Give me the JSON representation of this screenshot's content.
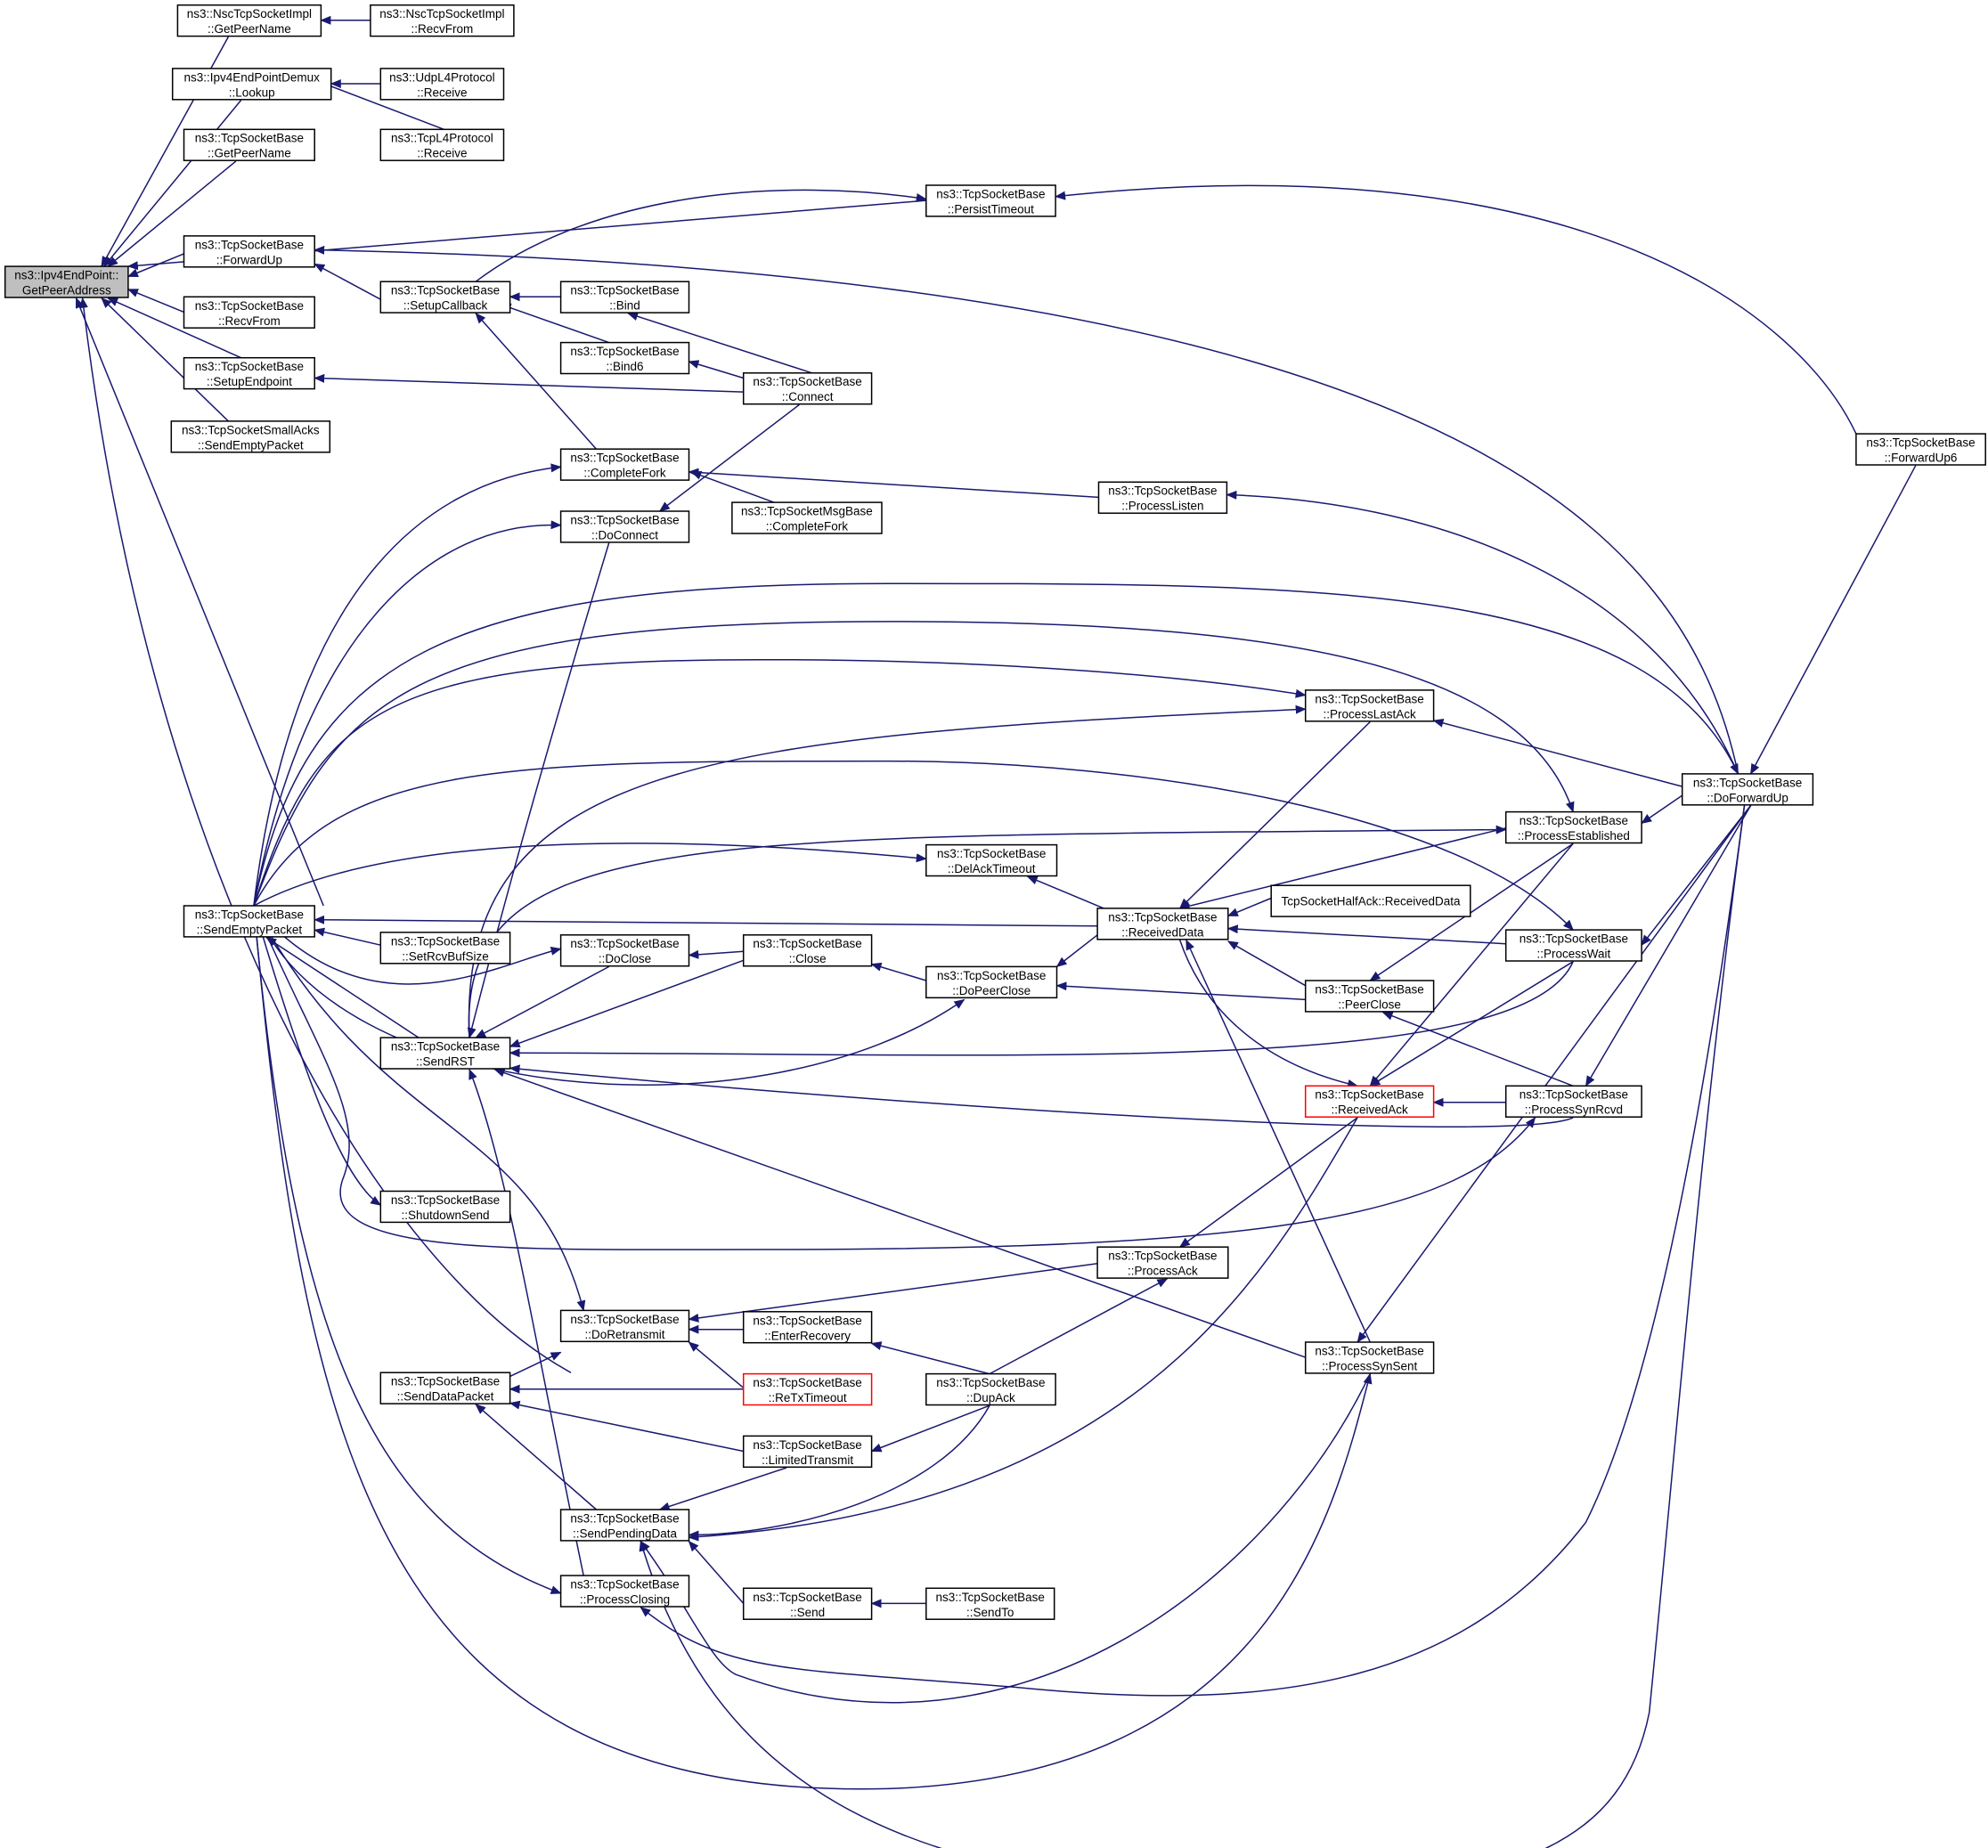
{
  "colors": {
    "edge": "#191970",
    "node_border": "#000000",
    "focus_fill": "#bfbfbf",
    "highlight_border": "#ff0000",
    "background": "#ffffff"
  },
  "nodes": [
    {
      "id": "gpa",
      "lines": [
        "ns3::Ipv4EndPoint::",
        "GetPeerAddress"
      ],
      "kind": "focus"
    },
    {
      "id": "nsc_gpn",
      "lines": [
        "ns3::NscTcpSocketImpl",
        "::GetPeerName"
      ]
    },
    {
      "id": "nsc_rf",
      "lines": [
        "ns3::NscTcpSocketImpl",
        "::RecvFrom"
      ]
    },
    {
      "id": "demux",
      "lines": [
        "ns3::Ipv4EndPointDemux",
        "::Lookup"
      ]
    },
    {
      "id": "udp",
      "lines": [
        "ns3::UdpL4Protocol",
        "::Receive"
      ]
    },
    {
      "id": "tcpl4",
      "lines": [
        "ns3::TcpL4Protocol",
        "::Receive"
      ]
    },
    {
      "id": "tsb_gpn",
      "lines": [
        "ns3::TcpSocketBase",
        "::GetPeerName"
      ]
    },
    {
      "id": "persist",
      "lines": [
        "ns3::TcpSocketBase",
        "::PersistTimeout"
      ]
    },
    {
      "id": "fwdup",
      "lines": [
        "ns3::TcpSocketBase",
        "::ForwardUp"
      ]
    },
    {
      "id": "setupcb",
      "lines": [
        "ns3::TcpSocketBase",
        "::SetupCallback"
      ]
    },
    {
      "id": "bind",
      "lines": [
        "ns3::TcpSocketBase",
        "::Bind"
      ]
    },
    {
      "id": "recvfrom",
      "lines": [
        "ns3::TcpSocketBase",
        "::RecvFrom"
      ]
    },
    {
      "id": "bind6",
      "lines": [
        "ns3::TcpSocketBase",
        "::Bind6"
      ]
    },
    {
      "id": "setupep",
      "lines": [
        "ns3::TcpSocketBase",
        "::SetupEndpoint"
      ]
    },
    {
      "id": "connect",
      "lines": [
        "ns3::TcpSocketBase",
        "::Connect"
      ]
    },
    {
      "id": "smallacks",
      "lines": [
        "ns3::TcpSocketSmallAcks",
        "::SendEmptyPacket"
      ]
    },
    {
      "id": "fwdup6",
      "lines": [
        "ns3::TcpSocketBase",
        "::ForwardUp6"
      ]
    },
    {
      "id": "compfork",
      "lines": [
        "ns3::TcpSocketBase",
        "::CompleteFork"
      ]
    },
    {
      "id": "msgfork",
      "lines": [
        "ns3::TcpSocketMsgBase",
        "::CompleteFork"
      ]
    },
    {
      "id": "plisten",
      "lines": [
        "ns3::TcpSocketBase",
        "::ProcessListen"
      ]
    },
    {
      "id": "doconnect",
      "lines": [
        "ns3::TcpSocketBase",
        "::DoConnect"
      ]
    },
    {
      "id": "plastack",
      "lines": [
        "ns3::TcpSocketBase",
        "::ProcessLastAck"
      ]
    },
    {
      "id": "dofwdup",
      "lines": [
        "ns3::TcpSocketBase",
        "::DoForwardUp"
      ]
    },
    {
      "id": "pestab",
      "lines": [
        "ns3::TcpSocketBase",
        "::ProcessEstablished"
      ]
    },
    {
      "id": "delack",
      "lines": [
        "ns3::TcpSocketBase",
        "::DelAckTimeout"
      ]
    },
    {
      "id": "sendempty",
      "lines": [
        "ns3::TcpSocketBase",
        "::SendEmptyPacket"
      ]
    },
    {
      "id": "halfack",
      "lines": [
        "TcpSocketHalfAck::ReceivedData"
      ]
    },
    {
      "id": "recvdata",
      "lines": [
        "ns3::TcpSocketBase",
        "::ReceivedData"
      ]
    },
    {
      "id": "setrcvbuf",
      "lines": [
        "ns3::TcpSocketBase",
        "::SetRcvBufSize"
      ]
    },
    {
      "id": "pwait",
      "lines": [
        "ns3::TcpSocketBase",
        "::ProcessWait"
      ]
    },
    {
      "id": "doclose",
      "lines": [
        "ns3::TcpSocketBase",
        "::DoClose"
      ]
    },
    {
      "id": "close",
      "lines": [
        "ns3::TcpSocketBase",
        "::Close"
      ]
    },
    {
      "id": "dopeerclose",
      "lines": [
        "ns3::TcpSocketBase",
        "::DoPeerClose"
      ]
    },
    {
      "id": "peerclose",
      "lines": [
        "ns3::TcpSocketBase",
        "::PeerClose"
      ]
    },
    {
      "id": "sendrst",
      "lines": [
        "ns3::TcpSocketBase",
        "::SendRST"
      ]
    },
    {
      "id": "recvack",
      "lines": [
        "ns3::TcpSocketBase",
        "::ReceivedAck"
      ],
      "kind": "highlight"
    },
    {
      "id": "psynrcvd",
      "lines": [
        "ns3::TcpSocketBase",
        "::ProcessSynRcvd"
      ]
    },
    {
      "id": "shutsend",
      "lines": [
        "ns3::TcpSocketBase",
        "::ShutdownSend"
      ]
    },
    {
      "id": "pack",
      "lines": [
        "ns3::TcpSocketBase",
        "::ProcessAck"
      ]
    },
    {
      "id": "doretx",
      "lines": [
        "ns3::TcpSocketBase",
        "::DoRetransmit"
      ]
    },
    {
      "id": "enterrec",
      "lines": [
        "ns3::TcpSocketBase",
        "::EnterRecovery"
      ]
    },
    {
      "id": "psynsent",
      "lines": [
        "ns3::TcpSocketBase",
        "::ProcessSynSent"
      ]
    },
    {
      "id": "senddata",
      "lines": [
        "ns3::TcpSocketBase",
        "::SendDataPacket"
      ]
    },
    {
      "id": "retxto",
      "lines": [
        "ns3::TcpSocketBase",
        "::ReTxTimeout"
      ],
      "kind": "highlight"
    },
    {
      "id": "dupack",
      "lines": [
        "ns3::TcpSocketBase",
        "::DupAck"
      ]
    },
    {
      "id": "limtx",
      "lines": [
        "ns3::TcpSocketBase",
        "::LimitedTransmit"
      ]
    },
    {
      "id": "sendpend",
      "lines": [
        "ns3::TcpSocketBase",
        "::SendPendingData"
      ]
    },
    {
      "id": "pclosing",
      "lines": [
        "ns3::TcpSocketBase",
        "::ProcessClosing"
      ]
    },
    {
      "id": "send",
      "lines": [
        "ns3::TcpSocketBase",
        "::Send"
      ]
    },
    {
      "id": "sendto",
      "lines": [
        "ns3::TcpSocketBase",
        "::SendTo"
      ]
    }
  ],
  "edges": [
    [
      "gpa",
      "nsc_gpn"
    ],
    [
      "gpa",
      "demux"
    ],
    [
      "gpa",
      "tsb_gpn"
    ],
    [
      "gpa",
      "persist"
    ],
    [
      "gpa",
      "fwdup"
    ],
    [
      "gpa",
      "recvfrom"
    ],
    [
      "gpa",
      "setupep"
    ],
    [
      "gpa",
      "smallacks"
    ],
    [
      "gpa",
      "sendempty"
    ],
    [
      "gpa",
      "senddata"
    ],
    [
      "nsc_gpn",
      "nsc_rf"
    ],
    [
      "demux",
      "udp"
    ],
    [
      "demux",
      "tcpl4"
    ],
    [
      "persist",
      "dofwdup"
    ],
    [
      "fwdup",
      "setupcb"
    ],
    [
      "fwdup",
      "dofwdup"
    ],
    [
      "setupcb",
      "persist"
    ],
    [
      "setupcb",
      "bind"
    ],
    [
      "setupcb",
      "bind6"
    ],
    [
      "setupcb",
      "compfork"
    ],
    [
      "bind",
      "connect"
    ],
    [
      "bind6",
      "connect"
    ],
    [
      "setupep",
      "connect"
    ],
    [
      "compfork",
      "plisten"
    ],
    [
      "compfork",
      "msgfork"
    ],
    [
      "plisten",
      "dofwdup"
    ],
    [
      "doconnect",
      "connect"
    ],
    [
      "plastack",
      "dofwdup"
    ],
    [
      "pestab",
      "dofwdup"
    ],
    [
      "dofwdup",
      "fwdup6"
    ],
    [
      "sendempty",
      "compfork"
    ],
    [
      "sendempty",
      "doconnect"
    ],
    [
      "sendempty",
      "dofwdup"
    ],
    [
      "sendempty",
      "plastack"
    ],
    [
      "sendempty",
      "pestab"
    ],
    [
      "sendempty",
      "pwait"
    ],
    [
      "sendempty",
      "delack"
    ],
    [
      "sendempty",
      "recvdata"
    ],
    [
      "sendempty",
      "setrcvbuf"
    ],
    [
      "sendempty",
      "doclose"
    ],
    [
      "sendempty",
      "sendrst"
    ],
    [
      "sendempty",
      "dopeerclose"
    ],
    [
      "sendempty",
      "shutsend"
    ],
    [
      "sendempty",
      "psynrcvd"
    ],
    [
      "sendempty",
      "doretx"
    ],
    [
      "sendempty",
      "pclosing"
    ],
    [
      "sendempty",
      "psynsent"
    ],
    [
      "delack",
      "recvdata"
    ],
    [
      "recvdata",
      "plastack"
    ],
    [
      "recvdata",
      "pestab"
    ],
    [
      "recvdata",
      "halfack"
    ],
    [
      "recvdata",
      "pwait"
    ],
    [
      "recvdata",
      "peerclose"
    ],
    [
      "recvdata",
      "recvack"
    ],
    [
      "recvdata",
      "psynsent"
    ],
    [
      "pwait",
      "dofwdup"
    ],
    [
      "doclose",
      "close"
    ],
    [
      "close",
      "dopeerclose"
    ],
    [
      "dopeerclose",
      "recvdata"
    ],
    [
      "dopeerclose",
      "peerclose"
    ],
    [
      "peerclose",
      "pestab"
    ],
    [
      "peerclose",
      "psynrcvd"
    ],
    [
      "sendrst",
      "doclose"
    ],
    [
      "sendrst",
      "close"
    ],
    [
      "sendrst",
      "pwait"
    ],
    [
      "sendrst",
      "psynrcvd"
    ],
    [
      "sendrst",
      "psynsent"
    ],
    [
      "sendrst",
      "plastack"
    ],
    [
      "sendrst",
      "doconnect"
    ],
    [
      "sendrst",
      "pclosing"
    ],
    [
      "sendrst",
      "pestab"
    ],
    [
      "recvack",
      "pestab"
    ],
    [
      "recvack",
      "pwait"
    ],
    [
      "recvack",
      "psynrcvd"
    ],
    [
      "recvack",
      "pack"
    ],
    [
      "psynrcvd",
      "dofwdup"
    ],
    [
      "pack",
      "dupack"
    ],
    [
      "psynsent",
      "dofwdup"
    ],
    [
      "doretx",
      "pack"
    ],
    [
      "doretx",
      "enterrec"
    ],
    [
      "doretx",
      "retxto"
    ],
    [
      "enterrec",
      "dupack"
    ],
    [
      "senddata",
      "doretx"
    ],
    [
      "senddata",
      "retxto"
    ],
    [
      "senddata",
      "limtx"
    ],
    [
      "senddata",
      "sendpend"
    ],
    [
      "limtx",
      "dupack"
    ],
    [
      "sendpend",
      "limtx"
    ],
    [
      "sendpend",
      "dupack"
    ],
    [
      "sendpend",
      "recvack"
    ],
    [
      "sendpend",
      "send"
    ],
    [
      "sendpend",
      "psynsent"
    ],
    [
      "sendpend",
      "dofwdup"
    ],
    [
      "send",
      "sendto"
    ],
    [
      "pclosing",
      "dofwdup"
    ]
  ]
}
